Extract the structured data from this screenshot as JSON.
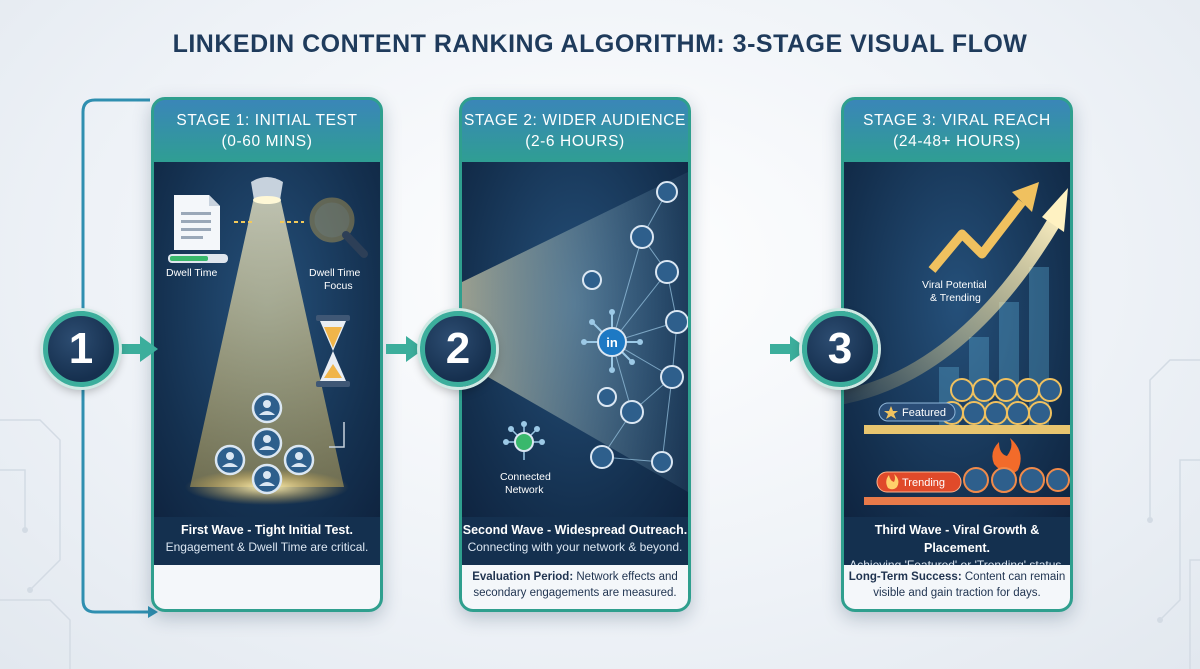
{
  "title": "LINKEDIN CONTENT RANKING ALGORITHM: 3-STAGE VISUAL FLOW",
  "colors": {
    "navy": "#14304f",
    "teal": "#2f9f8e",
    "glow": "#f6d77a",
    "title": "#1f3b5c"
  },
  "stages": [
    {
      "number": "1",
      "title_line1": "STAGE 1: INITIAL TEST",
      "title_line2": "(0-60 MINS)",
      "labels": {
        "dwell_time": "Dwell Time",
        "focus_line1": "Dwell Time",
        "focus_line2": "Focus"
      },
      "icons": [
        "document-icon",
        "magnifier-icon",
        "hourglass-icon",
        "spotlight-icon"
      ],
      "wave_title": "First Wave - Tight Initial Test.",
      "wave_sub": "Engagement & Dwell Time are critical.",
      "foot_bold": "",
      "foot_rest": ""
    },
    {
      "number": "2",
      "title_line1": "STAGE 2: WIDER AUDIENCE",
      "title_line2": "(2-6 HOURS)",
      "labels": {
        "hub": "in",
        "network_line1": "Connected",
        "network_line2": "Network"
      },
      "icons": [
        "linkedin-hub-icon",
        "network-icon"
      ],
      "wave_title": "Second Wave - Widespread Outreach.",
      "wave_sub": "Connecting with your network & beyond.",
      "foot_bold": "Evaluation Period:",
      "foot_rest": " Network effects and",
      "foot_line2": "secondary engagements are measured."
    },
    {
      "number": "3",
      "title_line1": "STAGE 3: VIRAL REACH",
      "title_line2": "(24-48+ HOURS)",
      "labels": {
        "viral_line1": "Viral Potential",
        "viral_line2": "& Trending",
        "featured": "Featured",
        "trending": "Trending"
      },
      "icons": [
        "trend-arrow-icon",
        "star-icon",
        "fire-icon"
      ],
      "wave_title": "Third Wave - Viral Growth & Placement.",
      "wave_sub": "Achieving 'Featured' or 'Trending' status.",
      "foot_bold": "Long-Term Success:",
      "foot_rest": " Content can remain",
      "foot_line2": "visible and gain traction for days."
    }
  ]
}
